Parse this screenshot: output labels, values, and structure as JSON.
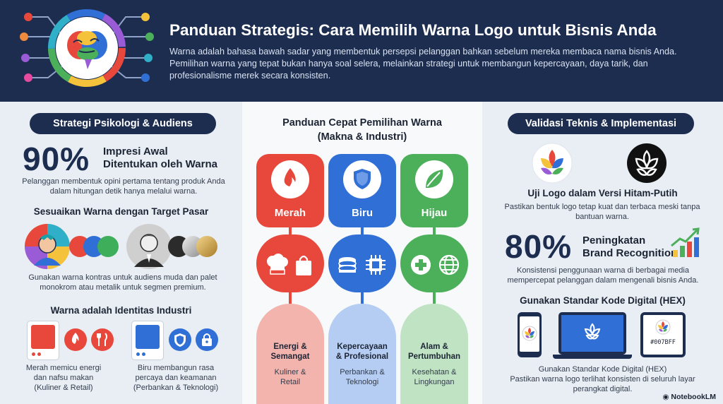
{
  "header": {
    "title": "Panduan Strategis: Cara Memilih Warna Logo untuk Bisnis Anda",
    "description": "Warna adalah bahasa bawah sadar yang membentuk persepsi pelanggan bahkan sebelum mereka membaca nama bisnis Anda. Pemilihan warna yang tepat bukan hanya soal selera, melainkan strategi untuk membangun kepercayaan, daya tarik, dan profesionalisme merek secara konsisten.",
    "icon": "brain-icon"
  },
  "left": {
    "pill": "Strategi Psikologi & Audiens",
    "stat_value": "90%",
    "stat_title_1": "Impresi Awal",
    "stat_title_2": "Ditentukan oleh Warna",
    "stat_desc": "Pelanggan membentuk opini pertama tentang produk Anda dalam hitungan detik hanya melalui warna.",
    "target_heading": "Sesuaikan Warna dengan Target Pasar",
    "target_desc": "Gunakan warna kontras untuk audiens muda dan palet monokrom atau metalik untuk segmen premium.",
    "young_swatches": [
      "#e8483c",
      "#2f6fd6",
      "#3fae5a"
    ],
    "premium_swatches": [
      "#2b2b2b",
      "#a8a8a8",
      "#c9a24a"
    ],
    "industry_heading": "Warna adalah Identitas Industri",
    "red_desc": "Merah memicu energi dan nafsu makan (Kuliner & Retail)",
    "blue_desc": "Biru membangun rasa percaya dan keamanan (Perbankan & Teknologi)"
  },
  "middle": {
    "title_1": "Panduan Cepat Pemilihan Warna",
    "title_2": "(Makna & Industri)",
    "towers": [
      {
        "label": "Merah",
        "color": "#e8483c",
        "icon": "fire-icon",
        "meaning_1": "Energi &",
        "meaning_2": "Semangat",
        "industry_1": "Kuliner &",
        "industry_2": "Retail"
      },
      {
        "label": "Biru",
        "color": "#2f6fd6",
        "icon": "shield-icon",
        "meaning_1": "Kepercayaan",
        "meaning_2": "& Profesional",
        "industry_1": "Perbankan &",
        "industry_2": "Teknologi"
      },
      {
        "label": "Hijau",
        "color": "#4caf5a",
        "icon": "leaf-icon",
        "meaning_1": "Alam &",
        "meaning_2": "Pertumbuhan",
        "industry_1": "Kesehatan &",
        "industry_2": "Lingkungan"
      }
    ]
  },
  "right": {
    "pill": "Validasi Teknis & Implementasi",
    "bw_heading": "Uji Logo dalam Versi Hitam-Putih",
    "bw_desc": "Pastikan bentuk logo tetap kuat dan terbaca meski tanpa bantuan warna.",
    "stat_value": "80%",
    "stat_title_1": "Peningkatan",
    "stat_title_2": "Brand Recognition",
    "stat_desc": "Konsistensi penggunaan warna di berbagai media mempercepat pelanggan dalam mengenali bisnis Anda.",
    "hex_heading": "Gunakan Standar Kode Digital (HEX)",
    "hex_code": "#007BFF",
    "hex_desc_1": "Gunakan Standar Kode Digital (HEX)",
    "hex_desc_2": "Pastikan warna logo terlihat konsisten di seluruh layar perangkat digital."
  },
  "footer": {
    "brand": "NotebookLM"
  }
}
